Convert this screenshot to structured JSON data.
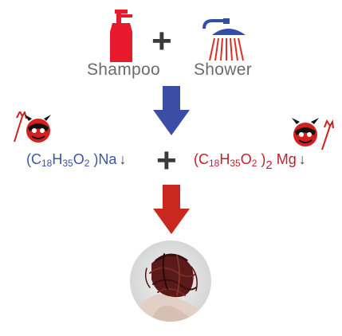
{
  "top": {
    "shampoo_label": "Shampoo",
    "shower_label": "Shower",
    "plus": "+"
  },
  "middle": {
    "left_formula": {
      "open": "(C",
      "sub1": "18",
      "h": "H",
      "sub2": "35",
      "o": "O",
      "sub3": "2",
      "close": " )Na",
      "arrow": "↓"
    },
    "plus": "+",
    "right_formula": {
      "open": "(C",
      "sub1": "18",
      "h": "H",
      "sub2": "35",
      "o": "O",
      "sub3": "2",
      "close": " )",
      "sub4": "2",
      "metal": " Mg",
      "arrow": "↓"
    }
  },
  "colors": {
    "shampoo_red": "#e8192c",
    "shower_blue": "#2f4fa8",
    "shower_red": "#d9322a",
    "arrow_blue": "#3b4ea6",
    "arrow_red": "#c8281d",
    "left_formula_blue": "#3a56a8",
    "right_formula_red": "#c41e2a",
    "plus_gray": "#3a3a3a"
  },
  "icons": [
    "shampoo-bottle-icon",
    "shower-head-icon",
    "devil-icon",
    "down-arrow-icon",
    "hair-clump-photo"
  ]
}
